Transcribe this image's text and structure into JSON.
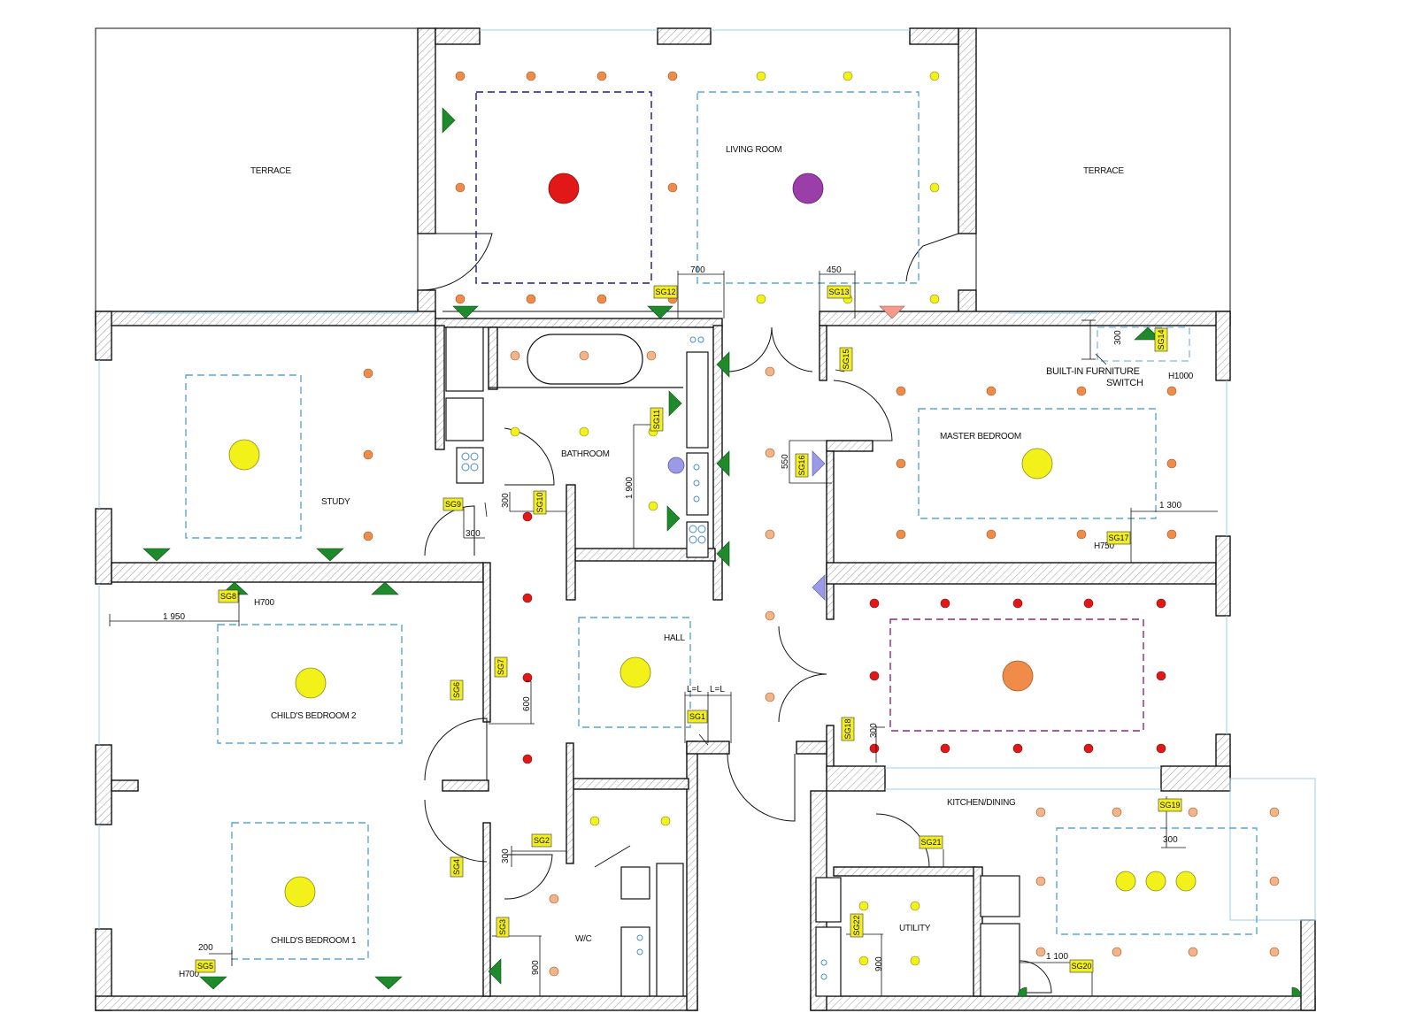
{
  "colors": {
    "wall_hatch": "#9a9a9a",
    "tag_fill": "#f2ee1e",
    "switch_green": "#1f8a2c",
    "pink_marker": "#f29a8c",
    "lilac_marker": "#9a9ae6",
    "light_orange": "#f08b4a",
    "light_yellow": "#f2f21a",
    "light_red": "#e21717",
    "light_purple": "#9b3fa8",
    "light_peach": "#f3b48a",
    "outline_blue": "#5aa5d8",
    "outline_navy": "#1a1a8a",
    "outline_purple": "#8a2a7a"
  },
  "rooms": {
    "terrace_left": "TERRACE",
    "terrace_right": "TERRACE",
    "living": "LIVING ROOM",
    "study": "STUDY",
    "bathroom": "BATHROOM",
    "master": "MASTER BEDROOM",
    "child2": "CHILD'S BEDROOM 2",
    "child1": "CHILD'S BEDROOM 1",
    "hall": "HALL",
    "wc": "W/C",
    "kitchen": "KITCHEN/DINING",
    "utility": "UTILITY"
  },
  "notes": {
    "builtin_1": "BUILT-IN FURNITURE",
    "builtin_2": "SWITCH",
    "h1000": "H1000",
    "h700_a": "H700",
    "h700_b": "H700",
    "h750": "H750"
  },
  "dims": {
    "d700": "700",
    "d450": "450",
    "d550": "550",
    "d1900": "1 900",
    "d300_study_v": "300",
    "d300_study_h": "300",
    "d300_builtin": "300",
    "d1300": "1 300",
    "d1950": "1 950",
    "d600": "600",
    "ll1": "L=L",
    "ll2": "L=L",
    "d300_kitchen": "300",
    "d300_sg18": "300",
    "d300_sg2": "300",
    "d900_wc": "900",
    "d900_utility": "900",
    "d1100": "1 100",
    "d200": "200"
  },
  "tags": {
    "sg1": "SG1",
    "sg2": "SG2",
    "sg3": "SG3",
    "sg4": "SG4",
    "sg5": "SG5",
    "sg6": "SG6",
    "sg7": "SG7",
    "sg8": "SG8",
    "sg9": "SG9",
    "sg10": "SG10",
    "sg11": "SG11",
    "sg12": "SG12",
    "sg13": "SG13",
    "sg14": "SG14",
    "sg15": "SG15",
    "sg16": "SG16",
    "sg17": "SG17",
    "sg18": "SG18",
    "sg19": "SG19",
    "sg20": "SG20",
    "sg21": "SG21",
    "sg22": "SG22"
  }
}
